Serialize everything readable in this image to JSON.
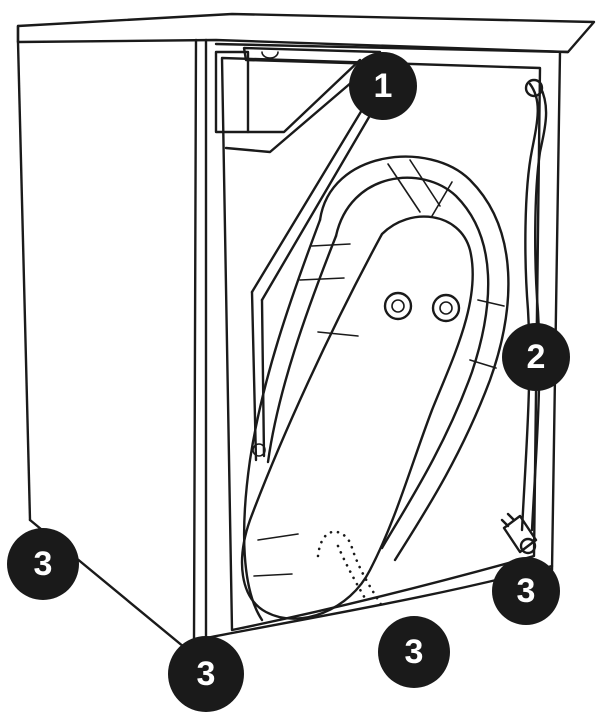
{
  "diagram": {
    "callouts": [
      {
        "label": "1"
      },
      {
        "label": "2"
      },
      {
        "label": "3"
      },
      {
        "label": "3"
      },
      {
        "label": "3"
      },
      {
        "label": "3"
      }
    ]
  }
}
